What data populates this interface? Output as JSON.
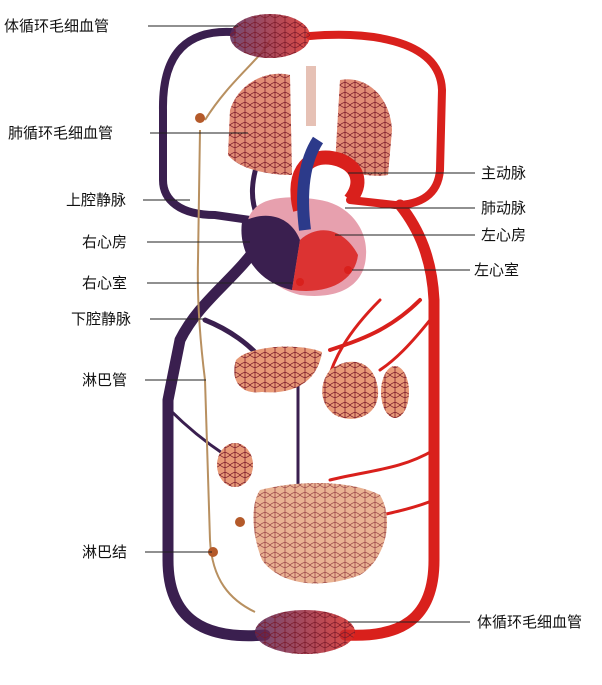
{
  "labels": {
    "systemic_capillaries_top": "体循环毛细血管",
    "pulmonary_capillaries": "肺循环毛细血管",
    "superior_vena_cava": "上腔静脉",
    "right_atrium": "右心房",
    "right_ventricle": "右心室",
    "inferior_vena_cava": "下腔静脉",
    "lymph_duct": "淋巴管",
    "lymph_node": "淋巴结",
    "aorta": "主动脉",
    "pulmonary_artery": "肺动脉",
    "left_atrium": "左心房",
    "left_ventricle": "左心室",
    "systemic_capillaries_bottom": "体循环毛细血管"
  },
  "colors": {
    "artery": "#d9201c",
    "vein": "#3a1f4f",
    "lymph": "#b89060",
    "organ": "#e89a78",
    "lung": "#e28d76",
    "heart_light": "#e7a0ae"
  }
}
